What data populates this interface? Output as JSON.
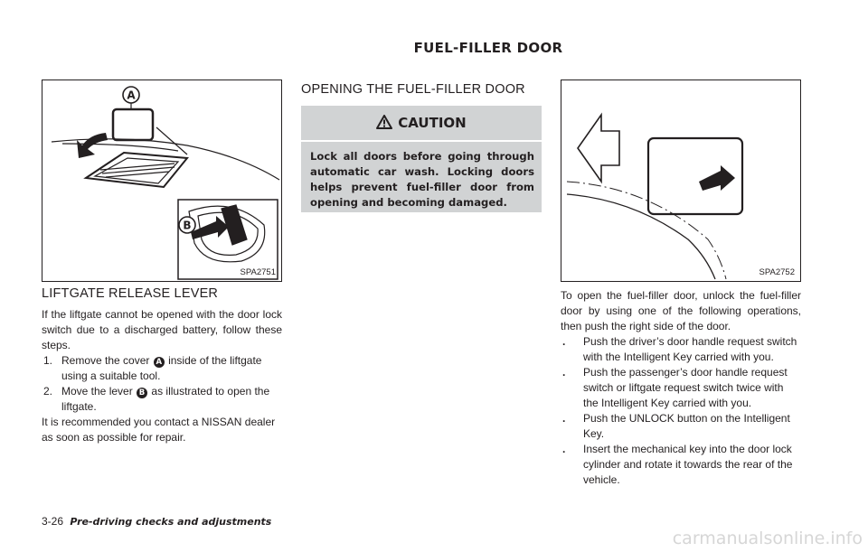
{
  "section_heading": "FUEL-FILLER DOOR",
  "figure_left": {
    "label": "SPA2751",
    "callout_a": "A",
    "callout_b": "B"
  },
  "figure_right": {
    "label": "SPA2752"
  },
  "liftgate": {
    "heading": "LIFTGATE RELEASE LEVER",
    "intro": "If the liftgate cannot be opened with the door lock switch due to a discharged battery, follow these steps.",
    "step1_num": "1.",
    "step1_pre": "Remove the cover",
    "step1_marker": "A",
    "step1_post": "inside of the liftgate using a suitable tool.",
    "step2_num": "2.",
    "step2_pre": "Move the lever",
    "step2_marker": "B",
    "step2_post": "as illustrated to open the liftgate.",
    "note": "It is recommended you contact a NISSAN dealer as soon as possible for repair."
  },
  "opening": {
    "heading": "OPENING THE FUEL-FILLER DOOR",
    "caution_title": "CAUTION",
    "caution_text": "Lock all doors before going through automatic car wash. Locking doors helps prevent fuel-filler door from opening and becoming damaged.",
    "intro": "To open the fuel-filler door, unlock the fuel-filler door by using one of the following operations, then push the right side of the door.",
    "bullets": [
      "Push the driver’s door handle request switch with the Intelligent Key carried with you.",
      "Push the passenger’s door handle request switch or liftgate request switch twice with the Intelligent Key carried with you.",
      "Push the UNLOCK button on the Intelligent Key.",
      "Insert the mechanical key into the door lock cylinder and rotate it towards the rear of the vehicle."
    ],
    "bullet_mark": "."
  },
  "footer": {
    "page": "3-26",
    "title": "Pre-driving checks and adjustments"
  },
  "watermark": "carmanualsonline.info",
  "colors": {
    "text": "#231f20",
    "caution_bg": "#d1d3d4",
    "watermark": "#d6d6d6"
  }
}
